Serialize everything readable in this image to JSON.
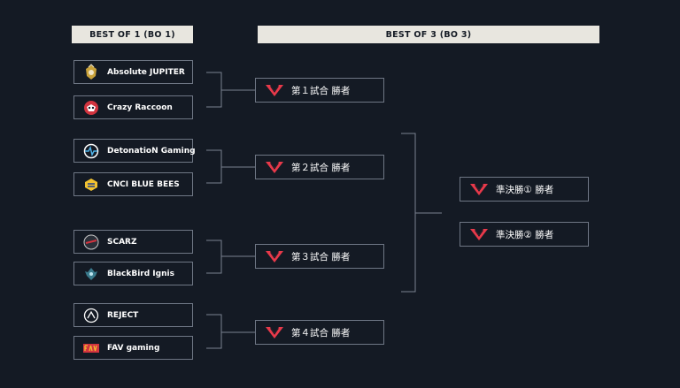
{
  "headers": {
    "bo1": "BEST OF 1 (BO 1)",
    "bo3": "BEST OF 3 (BO 3)"
  },
  "teams": [
    {
      "name": "Absolute JUPITER",
      "logo": "absolute-jupiter-logo"
    },
    {
      "name": "Crazy Raccoon",
      "logo": "crazy-raccoon-logo"
    },
    {
      "name": "DetonatioN Gaming",
      "logo": "detonation-gaming-logo"
    },
    {
      "name": "CNCI BLUE BEES",
      "logo": "cnci-blue-bees-logo"
    },
    {
      "name": "SCARZ",
      "logo": "scarz-logo"
    },
    {
      "name": "BlackBird Ignis",
      "logo": "blackbird-ignis-logo"
    },
    {
      "name": "REJECT",
      "logo": "reject-logo"
    },
    {
      "name": "FAV gaming",
      "logo": "fav-gaming-logo"
    }
  ],
  "matches": [
    {
      "label": "第１試合 勝者"
    },
    {
      "label": "第２試合 勝者"
    },
    {
      "label": "第３試合 勝者"
    },
    {
      "label": "第４試合 勝者"
    }
  ],
  "semis": [
    {
      "label": "準決勝① 勝者"
    },
    {
      "label": "準決勝② 勝者"
    }
  ],
  "colors": {
    "background": "#141a24",
    "header_bg": "#e8e6df",
    "box_border": "#6f7785",
    "accent_red": "#e8394a"
  },
  "icons": {
    "match_icon": "v-logo-icon"
  }
}
